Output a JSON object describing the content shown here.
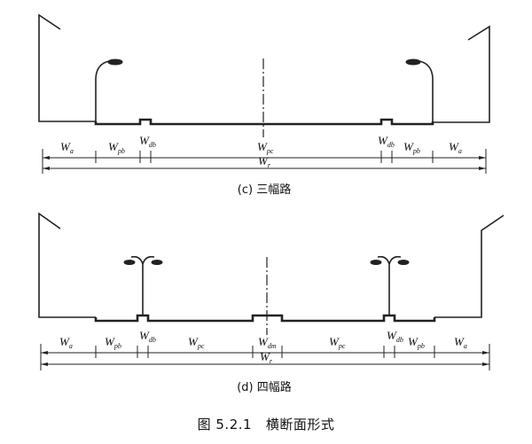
{
  "diagrams": [
    {
      "id": "c",
      "caption": "(c) 三幅路",
      "segments": [
        {
          "main": "W",
          "sub": "a"
        },
        {
          "main": "W",
          "sub": "pb"
        },
        {
          "main": "W",
          "sub": "db"
        },
        {
          "main": "W",
          "sub": "pc"
        },
        {
          "main": "W",
          "sub": "db"
        },
        {
          "main": "W",
          "sub": "pb"
        },
        {
          "main": "W",
          "sub": "a"
        }
      ],
      "total": {
        "main": "W",
        "sub": "r"
      }
    },
    {
      "id": "d",
      "caption": "(d) 四幅路",
      "segments": [
        {
          "main": "W",
          "sub": "a"
        },
        {
          "main": "W",
          "sub": "pb"
        },
        {
          "main": "W",
          "sub": "db"
        },
        {
          "main": "W",
          "sub": "pc"
        },
        {
          "main": "W",
          "sub": "dm"
        },
        {
          "main": "W",
          "sub": "pc"
        },
        {
          "main": "W",
          "sub": "db"
        },
        {
          "main": "W",
          "sub": "pb"
        },
        {
          "main": "W",
          "sub": "a"
        }
      ],
      "total": {
        "main": "W",
        "sub": "r"
      }
    }
  ],
  "figure_title": "图 5.2.1   横断面形式"
}
